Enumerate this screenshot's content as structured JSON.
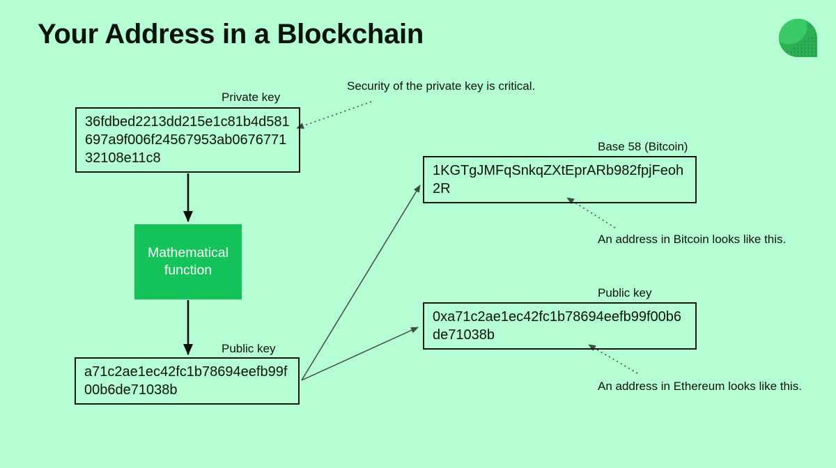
{
  "title": "Your Address in a Blockchain",
  "colors": {
    "background": "#b5fdd2",
    "box_border": "#101411",
    "function_box_green": "#14c45b",
    "function_box_text": "#ffffff",
    "logo_green": "#2bb054",
    "logo_highlight": "#3bcb66",
    "arrow_black": "#0d0d0d",
    "arrow_gray": "#3f4a43"
  },
  "icons": {
    "logo": "leaf-logo-icon"
  },
  "private_key": {
    "label": "Private key",
    "value": "36fdbed2213dd215e1c81b4d581697a9f006f24567953ab067677132108e11c8"
  },
  "function_box": {
    "label": "Mathematical function"
  },
  "public_key": {
    "label": "Public key",
    "value": "a71c2ae1ec42fc1b78694eefb99f00b6de71038b"
  },
  "bitcoin_address": {
    "label": "Base 58 (Bitcoin)",
    "value": "1KGTgJMFqSnkqZXtEprARb982fpjFeoh2R"
  },
  "ethereum_address": {
    "label": "Public key",
    "value": "0xa71c2ae1ec42fc1b78694eefb99f00b6de71038b"
  },
  "annotations": {
    "security": "Security of the private key is critical.",
    "bitcoin": "An address in Bitcoin looks like this.",
    "ethereum": "An address in Ethereum looks like this."
  }
}
